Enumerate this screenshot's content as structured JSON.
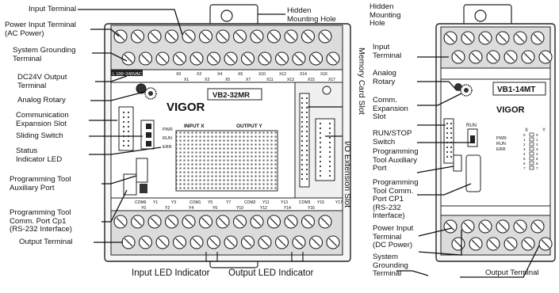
{
  "left_device": {
    "model": "VB2-32MR",
    "brand": "VIGOR",
    "input_x_label": "INPUT X",
    "output_y_label": "OUTPUT Y",
    "top_strip_text": "L 100~240VAC",
    "top_row_labels": [
      "X0",
      "X2",
      "X4",
      "X6",
      "X10",
      "X12",
      "X14",
      "X16"
    ],
    "bottom_row_labels": [
      "X1",
      "X3",
      "X5",
      "X7",
      "X11",
      "X13",
      "X15",
      "X17"
    ],
    "out_row_top": [
      "COM0",
      "Y1",
      "Y3",
      "COM1",
      "Y5",
      "Y7",
      "COM2",
      "Y11",
      "Y13",
      "COM3",
      "Y15",
      "Y17"
    ],
    "out_row_bottom": [
      "Y0",
      "Y2",
      "Y4",
      "Y6",
      "Y10",
      "Y12",
      "Y14",
      "Y16"
    ],
    "status_labels": [
      "PWR",
      "RUN",
      "ERR"
    ]
  },
  "right_device": {
    "model": "VB1-14MT",
    "brand": "VIGOR",
    "status_labels": [
      "PWR",
      "RUN",
      "ERR"
    ],
    "x_header": "X",
    "y_header": "Y",
    "run_label": "RUN"
  },
  "labels": {
    "input_terminal": "Input Terminal",
    "power_input_terminal": "Power Input Terminal\n(AC Power)",
    "system_grounding": "System Grounding\nTerminal",
    "dc24v_output": "DC24V Output\nTerminal",
    "analog_rotary": "Analog Rotary",
    "comm_expansion": "Communication\nExpansion Slot",
    "sliding_switch": "Sliding Switch",
    "status_led": "Status\nIndicator LED",
    "prog_aux": "Programming Tool\nAuxiliary Port",
    "prog_comm": "Programming Tool\nComm. Port Cp1\n(RS-232 Interface)",
    "output_terminal": "Output Terminal",
    "hidden_mounting": "Hidden\nMounting Hole",
    "memory_card": "Memory Card Slot",
    "io_extension": "I/O Extension Slot",
    "input_led": "Input LED Indicator",
    "output_led": "Output LED Indicator",
    "r_hidden_mounting": "Hidden\nMounting\nHole",
    "r_input_terminal": "Input\nTerminal",
    "r_analog_rotary": "Analog\nRotary",
    "r_comm_expansion": "Comm.\nExpansion\nSlot",
    "r_run_stop": "RUN/STOP\nSwitch",
    "r_prog_aux": "Programming\nTool Auxiliary\nPort",
    "r_prog_comm": "Programming\nTool Comm.\nPort CP1\n(RS-232\nInterface)",
    "r_power_input": "Power Input\nTerminal\n(DC Power)",
    "r_system_grounding": "System\nGrounding\nTerminal",
    "r_output_terminal": "Output Terminal"
  }
}
